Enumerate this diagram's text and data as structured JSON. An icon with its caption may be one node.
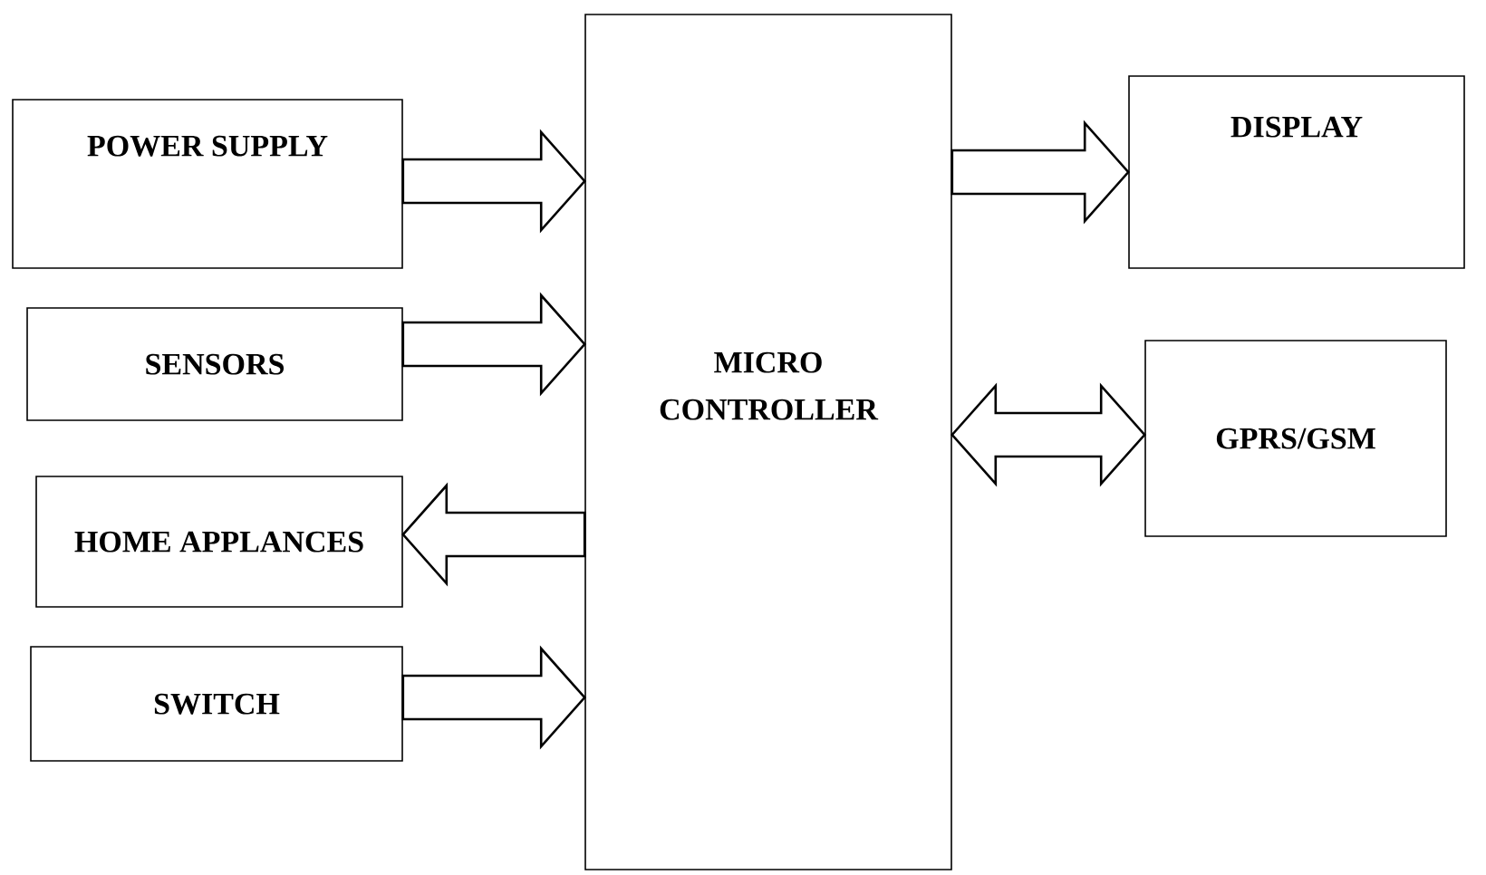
{
  "diagram": {
    "nodes": [
      {
        "text": [
          "POWER SUPPLY"
        ]
      },
      {
        "text": [
          "SENSORS"
        ]
      },
      {
        "text": [
          "HOME APPLANCES"
        ]
      },
      {
        "text": [
          "SWITCH"
        ]
      },
      {
        "text": [
          "MICRO CONTROLLER"
        ]
      },
      {
        "text": [
          "DISPLAY"
        ]
      },
      {
        "text": [
          "GPRS/GSM"
        ]
      }
    ],
    "edges": [
      {
        "from": 0,
        "to": 4,
        "arrow": "to"
      },
      {
        "from": 1,
        "to": 4,
        "arrow": "to"
      },
      {
        "from": 4,
        "to": 2,
        "arrow": "to"
      },
      {
        "from": 3,
        "to": 4,
        "arrow": "to"
      },
      {
        "from": 4,
        "to": 5,
        "arrow": "to"
      },
      {
        "from": 4,
        "to": 6,
        "arrow": "both"
      }
    ]
  }
}
